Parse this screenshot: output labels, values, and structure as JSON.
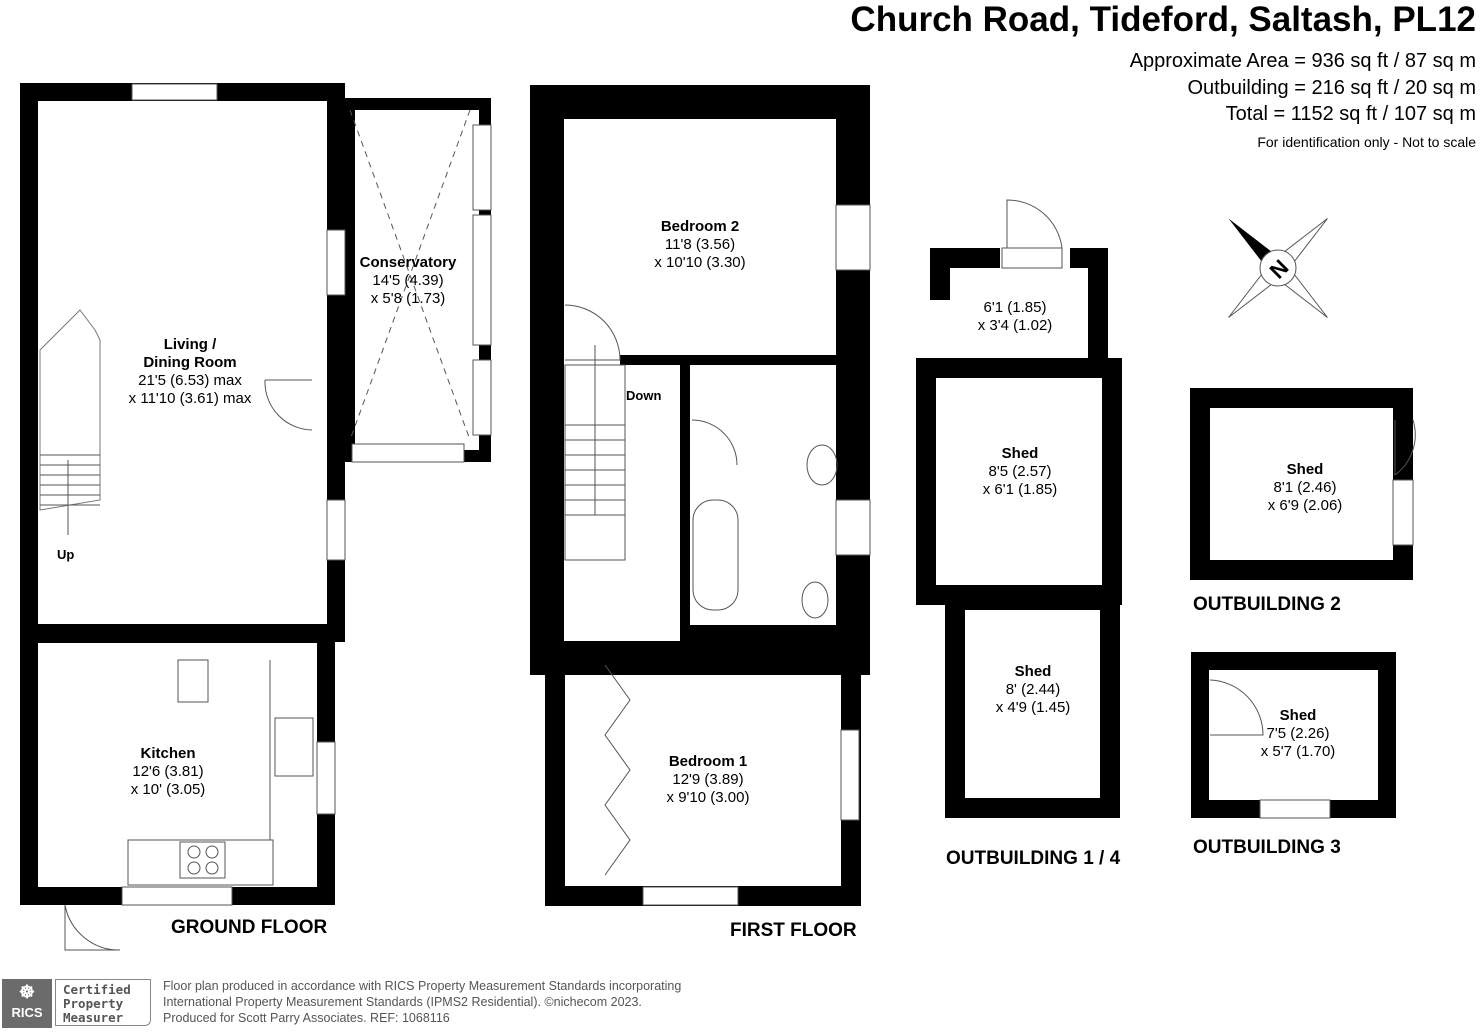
{
  "header": {
    "title": "Church Road, Tideford, Saltash, PL12",
    "approx_area": "Approximate Area = 936 sq ft / 87 sq m",
    "outbuilding_area": "Outbuilding = 216 sq ft / 20 sq m",
    "total_area": "Total = 1152 sq ft / 107 sq m",
    "disclaimer": "For identification only - Not to scale"
  },
  "ground_floor": {
    "label": "GROUND FLOOR",
    "rooms": [
      {
        "name": "Living /",
        "name2": "Dining Room",
        "dim1": "21'5 (6.53) max",
        "dim2": "x 11'10 (3.61) max"
      },
      {
        "name": "Conservatory",
        "dim1": "14'5 (4.39)",
        "dim2": "x 5'8 (1.73)"
      },
      {
        "name": "Kitchen",
        "dim1": "12'6 (3.81)",
        "dim2": "x 10' (3.05)"
      }
    ],
    "stairs_label": "Up"
  },
  "first_floor": {
    "label": "FIRST FLOOR",
    "rooms": [
      {
        "name": "Bedroom 2",
        "dim1": "11'8 (3.56)",
        "dim2": "x 10'10 (3.30)"
      },
      {
        "name": "Bedroom 1",
        "dim1": "12'9 (3.89)",
        "dim2": "x 9'10 (3.00)"
      }
    ],
    "stairs_label": "Down"
  },
  "outbuilding_1_4": {
    "label": "OUTBUILDING 1 / 4",
    "rooms": [
      {
        "name": "",
        "dim1": "6'1 (1.85)",
        "dim2": "x 3'4 (1.02)"
      },
      {
        "name": "Shed",
        "dim1": "8'5 (2.57)",
        "dim2": "x 6'1 (1.85)"
      },
      {
        "name": "Shed",
        "dim1": "8' (2.44)",
        "dim2": "x 4'9 (1.45)"
      }
    ]
  },
  "outbuilding_2": {
    "label": "OUTBUILDING 2",
    "room": {
      "name": "Shed",
      "dim1": "8'1 (2.46)",
      "dim2": "x 6'9 (2.06)"
    }
  },
  "outbuilding_3": {
    "label": "OUTBUILDING 3",
    "room": {
      "name": "Shed",
      "dim1": "7'5 (2.26)",
      "dim2": "x 5'7 (1.70)"
    }
  },
  "compass": {
    "letter": "N",
    "icon": "compass-icon"
  },
  "footer": {
    "rics_logo": "RICS",
    "badge_line1": "Certified",
    "badge_line2": "Property",
    "badge_line3": "Measurer",
    "line1": "Floor plan produced in accordance with RICS Property Measurement Standards incorporating",
    "line2": "International Property Measurement Standards (IPMS2 Residential).   ©nichecom 2023.",
    "line3": "Produced for Scott Parry Associates.   REF: 1068116"
  },
  "colors": {
    "wall": "#000000",
    "line": "#555555"
  }
}
